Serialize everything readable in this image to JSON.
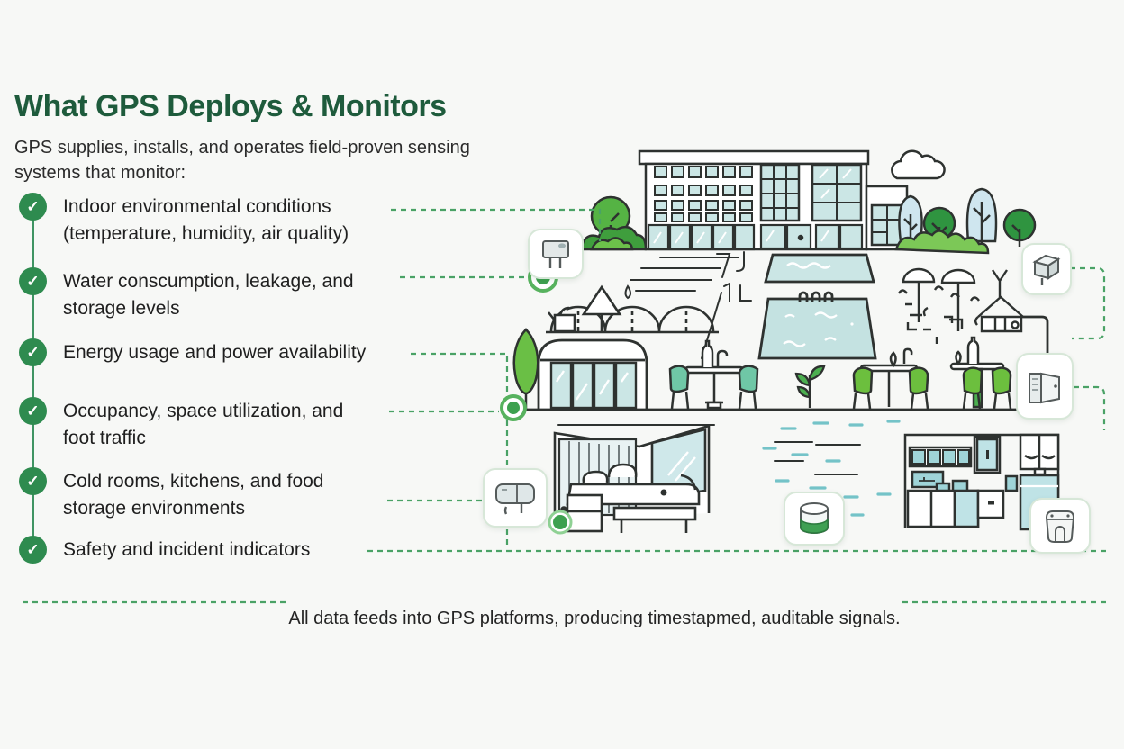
{
  "page": {
    "title": "What GPS Deploys & Monitors",
    "subtitle": "GPS supplies, installs, and operates field-proven sensing\nsystems that monitor:",
    "footer_note": "All data feeds into GPS platforms, producing timestapmed, auditable signals."
  },
  "checklist": {
    "items": [
      {
        "label": "Indoor environmental conditions\n(temperature, humidity, air quality)"
      },
      {
        "label": "Water conscumption, leakage, and\nstorage levels"
      },
      {
        "label": "Energy usage and power availability"
      },
      {
        "label": "Occupancy, space utilization, and\nfoot traffic"
      },
      {
        "label": "Cold rooms, kitchens, and food\nstorage environments"
      },
      {
        "label": "Safety and incident indicators"
      }
    ]
  },
  "icons": {
    "check_glyph": "✓",
    "sensors": [
      "outdoor-climate-sensor-icon",
      "cube-device-sensor-icon",
      "hvac-unit-sensor-icon",
      "wall-mounted-sensor-icon",
      "liquid-level-sensor-icon",
      "appliance-sensor-icon"
    ]
  },
  "colors": {
    "title_green": "#1e5b3c",
    "check_green": "#2e8b4f",
    "dash_green": "#4aa266",
    "teal_fill": "#cbe6e5",
    "line_dark": "#2e3230",
    "leaf_green": "#6abf45"
  }
}
